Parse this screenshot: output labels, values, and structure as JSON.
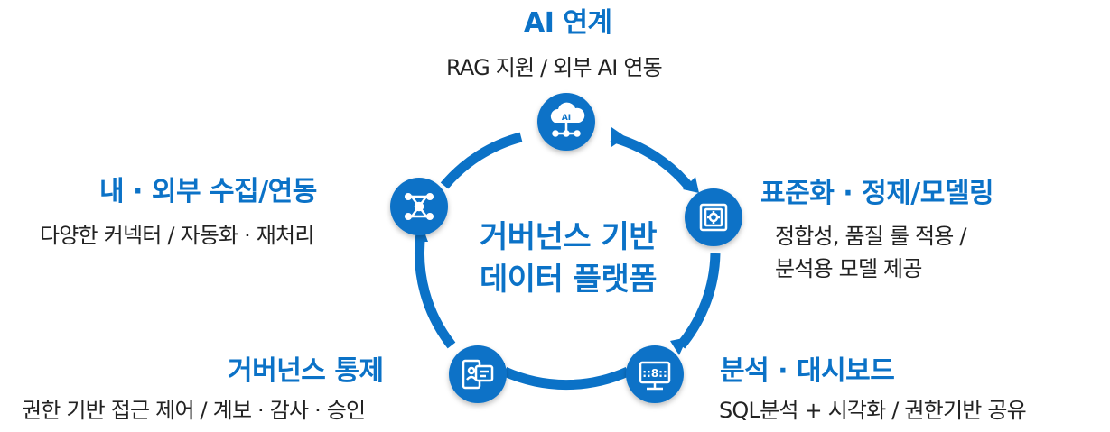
{
  "colors": {
    "accent": "#0b72c7",
    "text": "#222222",
    "background": "#ffffff"
  },
  "center": {
    "line1": "거버넌스 기반",
    "line2": "데이터 플랫폼"
  },
  "nodes": [
    {
      "id": "ai",
      "icon": "ai-cloud-icon",
      "title": "AI 연계",
      "subtitle": "RAG 지원 / 외부 AI 연동"
    },
    {
      "id": "standardize",
      "icon": "gear-settings-icon",
      "title": "표준화 · 정제/모델링",
      "subtitle_lines": [
        "정합성, 품질 룰 적용 /",
        "분석용 모델 제공"
      ]
    },
    {
      "id": "analysis",
      "icon": "dashboard-monitor-icon",
      "title": "분석 · 대시보드",
      "subtitle": "SQL분석 + 시각화 / 권한기반 공유"
    },
    {
      "id": "governance",
      "icon": "document-approval-icon",
      "title": "거버넌스 통제",
      "subtitle": "권한 기반 접근 제어 / 계보 · 감사 · 승인"
    },
    {
      "id": "collect",
      "icon": "data-network-icon",
      "title": "내 · 외부 수집/연동",
      "subtitle": "다양한 커넥터 / 자동화 · 재처리"
    }
  ]
}
